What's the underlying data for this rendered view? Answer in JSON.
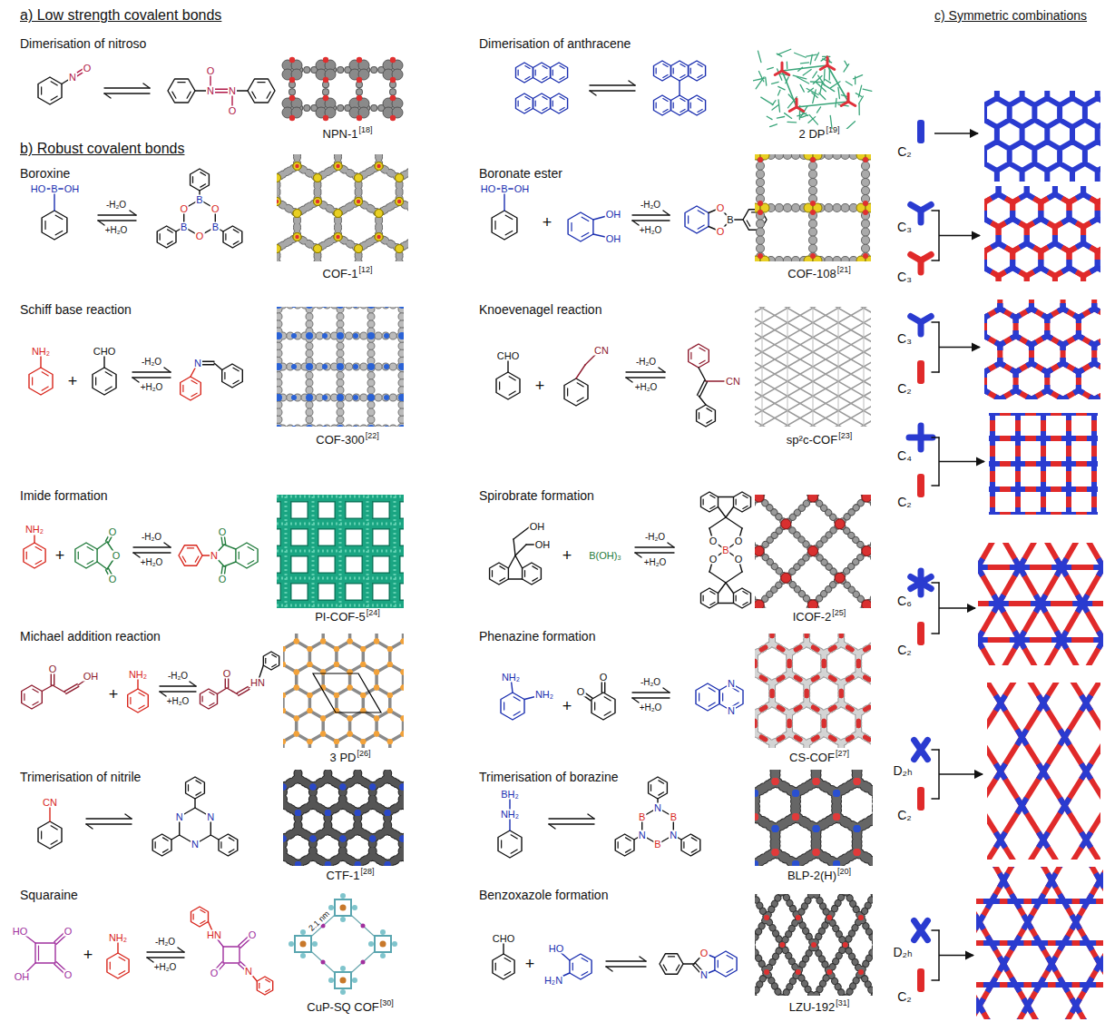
{
  "diagram": {
    "labels": [
      "a) Low strength covalent bonds",
      "Dimerisation of nitroso",
      "Dimerisation of anthracene",
      "c) Symmetric combinations",
      "N",
      "O",
      "N",
      "O",
      "N",
      "O",
      "NPN-1",
      "[18]",
      "2 DP",
      "[19]",
      "b) Robust covalent bonds",
      "Boroxine",
      "HO",
      "B",
      "OH",
      "-H₂O",
      "+H₂O",
      "B",
      "O",
      "B",
      "O",
      "B",
      "O",
      "COF-1",
      "[12]",
      "Boronate ester",
      "HO",
      "B",
      "OH",
      "+",
      "OH",
      "OH",
      "-H₂O",
      "+H₂O",
      "O",
      "B",
      "O",
      "COF-108",
      "[21]",
      "Schiff base reaction",
      "NH₂",
      "+",
      "CHO",
      "-H₂O",
      "+H₂O",
      "N",
      "COF-300",
      "[22]",
      "Knoevenagel reaction",
      "CHO",
      "+",
      "CN",
      "-H₂O",
      "+H₂O",
      "CN",
      "sp²c-COF",
      "[23]",
      "Imide formation",
      "NH₂",
      "+",
      "O",
      "O",
      "O",
      "-H₂O",
      "+H₂O",
      "N",
      "O",
      "O",
      "PI-COF-5",
      "[24]",
      "Spirobrate formation",
      "OH",
      "OH",
      "+",
      "B(OH)₃",
      "-H₂O",
      "+H₂O",
      "O",
      "O",
      "B",
      "O",
      "O",
      "ICOF-2",
      "[25]",
      "Michael addition reaction",
      "O",
      "OH",
      "+",
      "NH₂",
      "-H₂O",
      "+H₂O",
      "O",
      "HN",
      "3 PD",
      "[26]",
      "Phenazine formation",
      "NH₂",
      "NH₂",
      "+",
      "O",
      "O",
      "-H₂O",
      "+H₂O",
      "N",
      "N",
      "CS-COF",
      "[27]",
      "Trimerisation of nitrile",
      "CN",
      "N",
      "N",
      "N",
      "CTF-1",
      "[28]",
      "Trimerisation of borazine",
      "BH₂",
      "NH₂",
      "N",
      "B",
      "N",
      "B",
      "N",
      "B",
      "BLP-2(H)",
      "[20]",
      "Squaraine",
      "HO",
      "O",
      "O",
      "OH",
      "+",
      "NH₂",
      "-H₂O",
      "+H₂O",
      "HN",
      "O",
      "N",
      "O",
      "CuP-SQ COF",
      "[30]",
      "2.1 nm",
      "Benzoxazole formation",
      "CHO",
      "+",
      "HO",
      "H₂N",
      "O",
      "N",
      "LZU-192",
      "[31]",
      "C₂",
      "C₃",
      "C₃",
      "C₃",
      "C₂",
      "C₄",
      "C₂",
      "C₆",
      "C₂",
      "D₂ₕ",
      "C₂",
      "D₂ₕ",
      "C₂"
    ]
  }
}
